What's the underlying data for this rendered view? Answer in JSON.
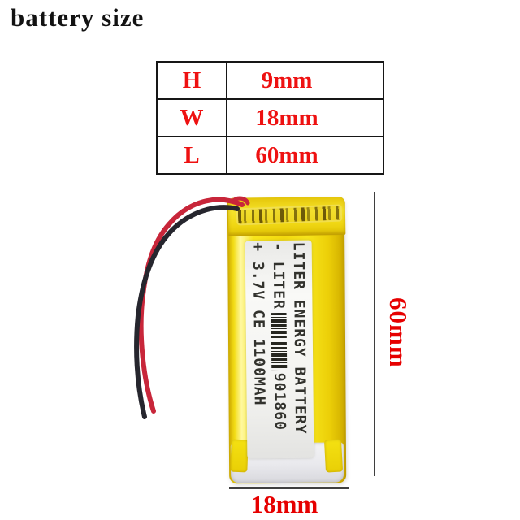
{
  "page": {
    "title": "battery size"
  },
  "size_table": {
    "rows": [
      {
        "label": "H",
        "value": "9mm"
      },
      {
        "label": "W",
        "value": "18mm"
      },
      {
        "label": "L",
        "value": "60mm"
      }
    ]
  },
  "battery": {
    "label_line1": "LITER ENERGY BATTERY",
    "label_line2_prefix": "- LITER",
    "label_line2_suffix": "901860",
    "label_line3": "+ 3.7V CE 1100MAH",
    "wire_colors": {
      "positive": "#c8263a",
      "negative": "#26262e"
    },
    "body_color": "#f3da0e",
    "label_bg_color": "#f3f3f0"
  },
  "dimensions": {
    "height_label": "60mm",
    "width_label": "18mm",
    "annotation_color": "#e60000"
  }
}
